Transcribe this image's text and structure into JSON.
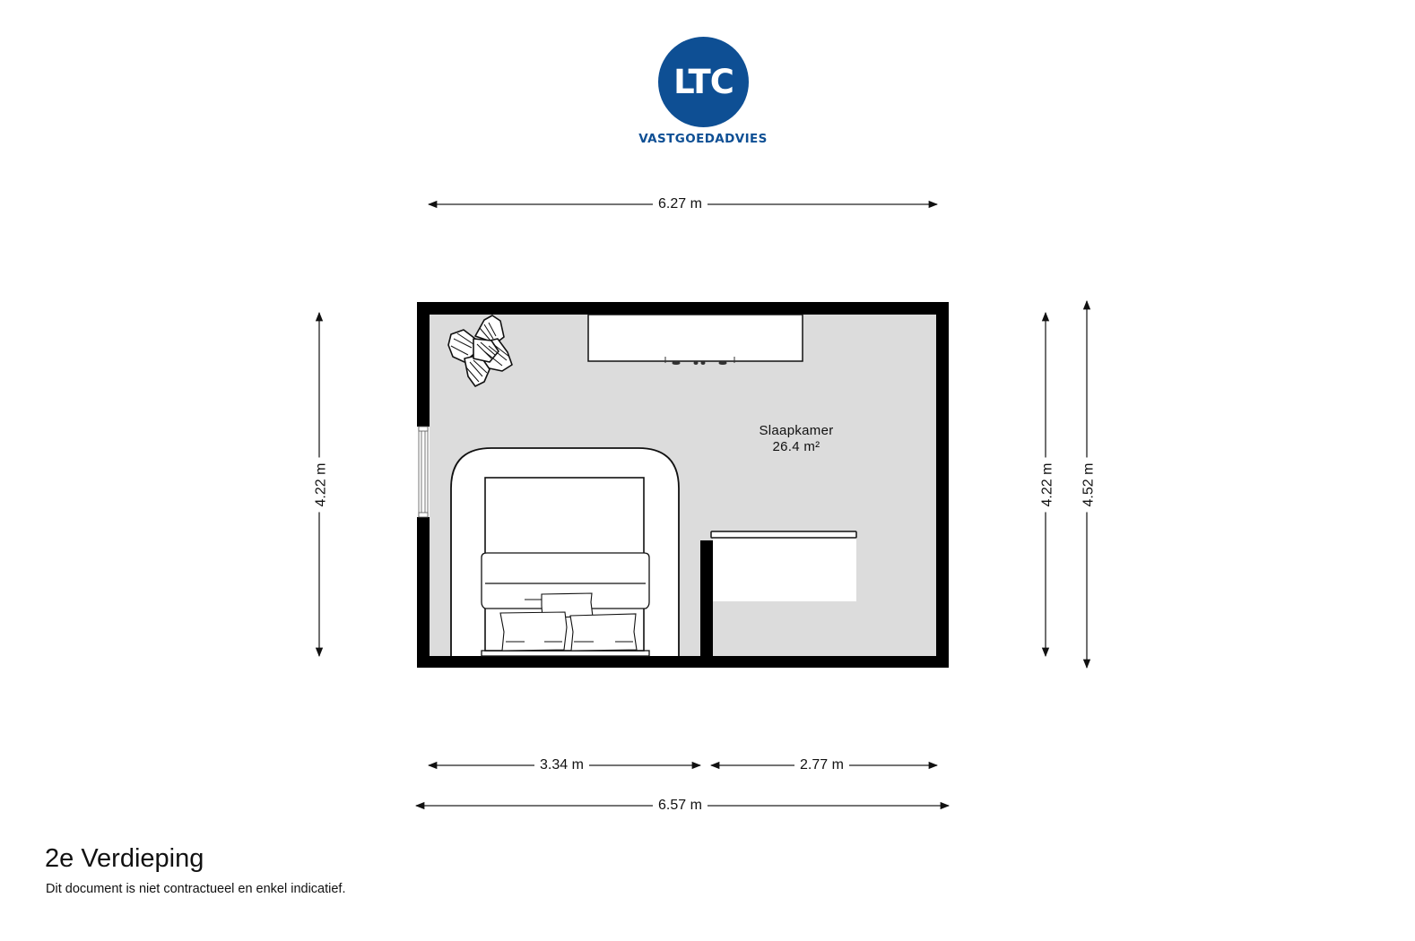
{
  "logo": {
    "initials": "LTC",
    "subtitle": "VASTGOEDADVIES",
    "brand_color": "#0E4F94"
  },
  "room": {
    "name": "Slaapkamer",
    "area": "26.4 m²",
    "floor_color": "#DCDCDC",
    "wall_color": "#000000"
  },
  "dimensions": {
    "top_width": "6.27 m",
    "left_height": "4.22 m",
    "right_inner_height": "4.22 m",
    "right_outer_height": "4.52 m",
    "bottom_left_segment": "3.34 m",
    "bottom_right_segment": "2.77 m",
    "bottom_total_width": "6.57 m"
  },
  "footer": {
    "floor_title": "2e Verdieping",
    "disclaimer": "Dit document is niet contractueel en enkel indicatief."
  },
  "furniture": [
    "plant",
    "wardrobe",
    "bed",
    "rug",
    "desk",
    "window"
  ]
}
